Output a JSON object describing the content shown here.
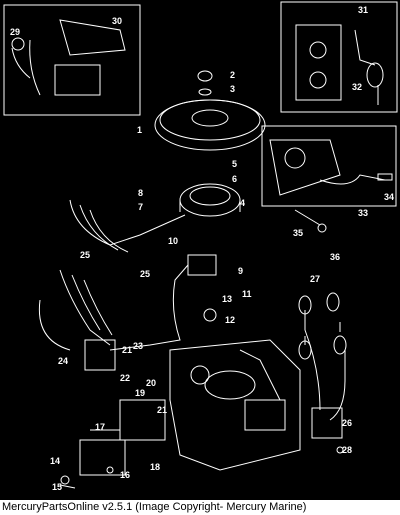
{
  "caption": "MercuryPartsOnline v2.5.1 (Image Copyright- Mercury Marine)",
  "callouts": [
    "1",
    "2",
    "3",
    "4",
    "5",
    "6",
    "7",
    "8",
    "9",
    "10",
    "11",
    "12",
    "13",
    "14",
    "15",
    "16",
    "17",
    "18",
    "19",
    "20",
    "21",
    "21",
    "22",
    "23",
    "24",
    "25",
    "25",
    "26",
    "27",
    "28",
    "29",
    "30",
    "31",
    "32",
    "33",
    "34",
    "35",
    "36"
  ],
  "colors": {
    "background": "#000000",
    "lines": "#ffffff",
    "caption_bg": "#ffffff",
    "caption_text": "#000000"
  }
}
